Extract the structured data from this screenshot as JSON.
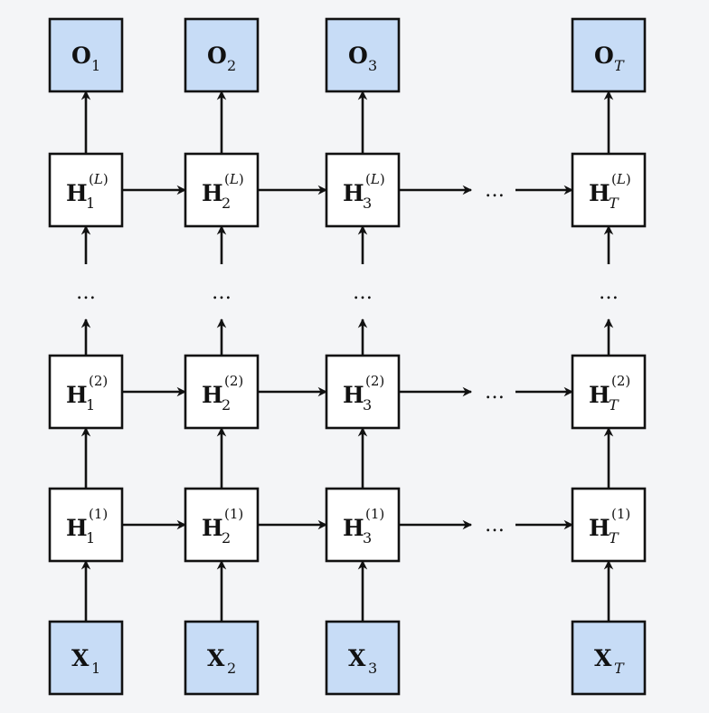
{
  "colors": {
    "io_fill": "#c7dcf6",
    "hidden_fill": "#ffffff",
    "stroke": "#111111"
  },
  "ellipsis": "…",
  "nodes": [
    {
      "id": "O1",
      "main": "O",
      "sub": "1",
      "sub_italic": false,
      "sup": "",
      "col": 0,
      "row": 0,
      "kind": "output"
    },
    {
      "id": "O2",
      "main": "O",
      "sub": "2",
      "sub_italic": false,
      "sup": "",
      "col": 1,
      "row": 0,
      "kind": "output"
    },
    {
      "id": "O3",
      "main": "O",
      "sub": "3",
      "sub_italic": false,
      "sup": "",
      "col": 2,
      "row": 0,
      "kind": "output"
    },
    {
      "id": "OT",
      "main": "O",
      "sub": "T",
      "sub_italic": true,
      "sup": "",
      "col": 3,
      "row": 0,
      "kind": "output"
    },
    {
      "id": "H1L",
      "main": "H",
      "sub": "1",
      "sub_italic": false,
      "sup": "(L)",
      "sup_italic_mid": true,
      "col": 0,
      "row": 1,
      "kind": "hidden"
    },
    {
      "id": "H2L",
      "main": "H",
      "sub": "2",
      "sub_italic": false,
      "sup": "(L)",
      "sup_italic_mid": true,
      "col": 1,
      "row": 1,
      "kind": "hidden"
    },
    {
      "id": "H3L",
      "main": "H",
      "sub": "3",
      "sub_italic": false,
      "sup": "(L)",
      "sup_italic_mid": true,
      "col": 2,
      "row": 1,
      "kind": "hidden"
    },
    {
      "id": "HTL",
      "main": "H",
      "sub": "T",
      "sub_italic": true,
      "sup": "(L)",
      "sup_italic_mid": true,
      "col": 3,
      "row": 1,
      "kind": "hidden"
    },
    {
      "id": "H12",
      "main": "H",
      "sub": "1",
      "sub_italic": false,
      "sup": "(2)",
      "col": 0,
      "row": 2,
      "kind": "hidden"
    },
    {
      "id": "H22",
      "main": "H",
      "sub": "2",
      "sub_italic": false,
      "sup": "(2)",
      "col": 1,
      "row": 2,
      "kind": "hidden"
    },
    {
      "id": "H32",
      "main": "H",
      "sub": "3",
      "sub_italic": false,
      "sup": "(2)",
      "col": 2,
      "row": 2,
      "kind": "hidden"
    },
    {
      "id": "HT2",
      "main": "H",
      "sub": "T",
      "sub_italic": true,
      "sup": "(2)",
      "col": 3,
      "row": 2,
      "kind": "hidden"
    },
    {
      "id": "H11",
      "main": "H",
      "sub": "1",
      "sub_italic": false,
      "sup": "(1)",
      "col": 0,
      "row": 3,
      "kind": "hidden"
    },
    {
      "id": "H21",
      "main": "H",
      "sub": "2",
      "sub_italic": false,
      "sup": "(1)",
      "col": 1,
      "row": 3,
      "kind": "hidden"
    },
    {
      "id": "H31",
      "main": "H",
      "sub": "3",
      "sub_italic": false,
      "sup": "(1)",
      "col": 2,
      "row": 3,
      "kind": "hidden"
    },
    {
      "id": "HT1",
      "main": "H",
      "sub": "T",
      "sub_italic": true,
      "sup": "(1)",
      "col": 3,
      "row": 3,
      "kind": "hidden"
    },
    {
      "id": "X1",
      "main": "X",
      "sub": "1",
      "sub_italic": false,
      "sup": "",
      "col": 0,
      "row": 4,
      "kind": "input"
    },
    {
      "id": "X2",
      "main": "X",
      "sub": "2",
      "sub_italic": false,
      "sup": "",
      "col": 1,
      "row": 4,
      "kind": "input"
    },
    {
      "id": "X3",
      "main": "X",
      "sub": "3",
      "sub_italic": false,
      "sup": "",
      "col": 2,
      "row": 4,
      "kind": "input"
    },
    {
      "id": "XT",
      "main": "X",
      "sub": "T",
      "sub_italic": true,
      "sup": "",
      "col": 3,
      "row": 4,
      "kind": "input"
    }
  ],
  "edges": [
    {
      "from": "X1",
      "to": "H11"
    },
    {
      "from": "X2",
      "to": "H21"
    },
    {
      "from": "X3",
      "to": "H31"
    },
    {
      "from": "XT",
      "to": "HT1"
    },
    {
      "from": "H11",
      "to": "H12"
    },
    {
      "from": "H21",
      "to": "H22"
    },
    {
      "from": "H31",
      "to": "H32"
    },
    {
      "from": "HT1",
      "to": "HT2"
    },
    {
      "from": "H1L",
      "to": "O1"
    },
    {
      "from": "H2L",
      "to": "O2"
    },
    {
      "from": "H3L",
      "to": "O3"
    },
    {
      "from": "HTL",
      "to": "OT"
    },
    {
      "from": "H11",
      "to": "H21"
    },
    {
      "from": "H21",
      "to": "H31"
    },
    {
      "from": "H12",
      "to": "H22"
    },
    {
      "from": "H22",
      "to": "H32"
    },
    {
      "from": "H1L",
      "to": "H2L"
    },
    {
      "from": "H2L",
      "to": "H3L"
    }
  ],
  "gaps": [
    {
      "type": "layer",
      "col": 0
    },
    {
      "type": "layer",
      "col": 1
    },
    {
      "type": "layer",
      "col": 2
    },
    {
      "type": "layer",
      "col": 3
    },
    {
      "type": "time",
      "row": 1
    },
    {
      "type": "time",
      "row": 2
    },
    {
      "type": "time",
      "row": 3
    }
  ]
}
